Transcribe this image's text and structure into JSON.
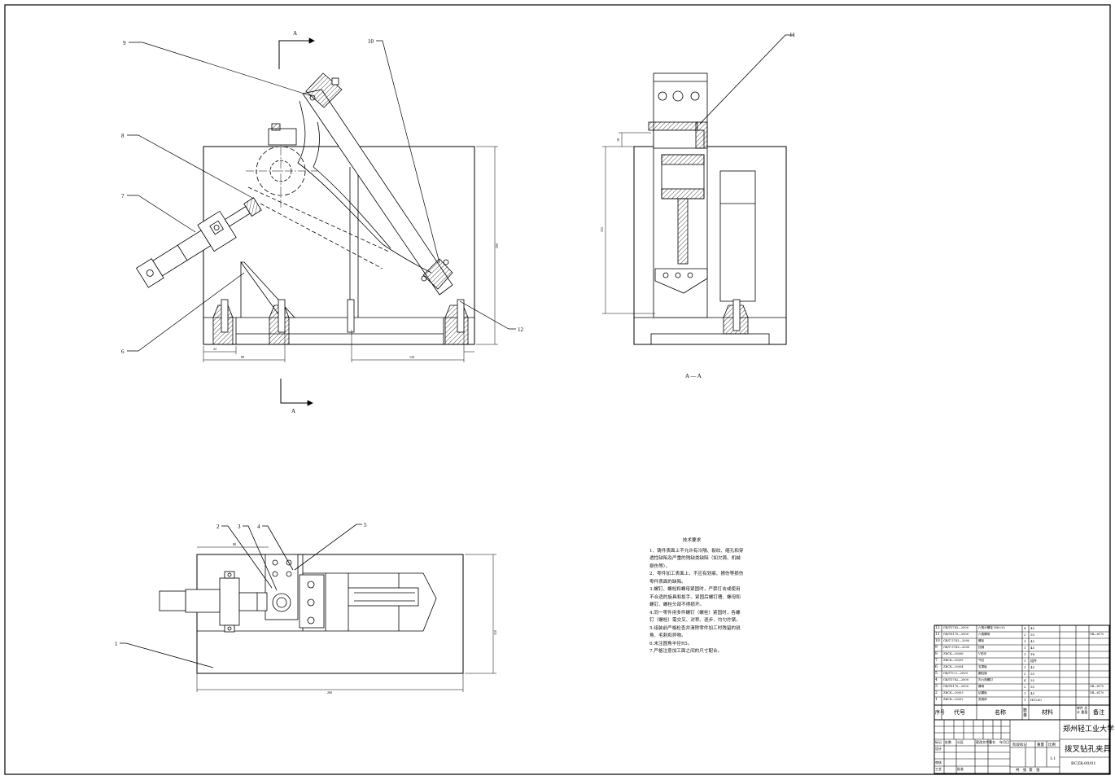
{
  "drawing": {
    "section_marker": "A",
    "section_caption": "A — A",
    "callouts": [
      "1",
      "2",
      "3",
      "4",
      "5",
      "6",
      "7",
      "8",
      "9",
      "10",
      "11",
      "12"
    ],
    "dimensions": {
      "left_offset": "22",
      "left_span": "80",
      "bottom_span": "120",
      "front_height": "200",
      "side_height": "155",
      "side_top": "18",
      "plan_width": "260",
      "plan_height": "110",
      "plan_top": "88"
    }
  },
  "tech_requirements": {
    "title": "技术要求",
    "lines": [
      "1、铸件表面上不允许有冷隔、裂纹、缩孔和穿",
      "透性缺陷及严重的残缺类缺陷（如欠铸、机械",
      "损伤等）。",
      "2、零件加工表面上，不应有划痕、擦伤等损伤",
      "零件表面的缺陷。",
      "3.螺钉、螺栓和螺母紧固时，严禁打击或使用",
      "不合适的旋具和扳手。紧固后螺钉槽、螺母和",
      "螺钉、螺栓头部不得损坏。",
      "4.同一零件用多件螺钉（螺栓）紧固时，各螺",
      "钉（螺栓）需交叉、对称、逐步、均匀拧紧。",
      "5.组装前严格检查并清除零件加工时残留的锐",
      "角、毛刺和异物。",
      "6.未注圆角半径R5。",
      "7.严格注意加工面之间的尺寸配合。"
    ]
  },
  "title_block": {
    "school": "郑州轻工业大学",
    "drawing_name": "拨叉钻孔夹具",
    "drawing_no": "BCZK-00/01",
    "header": {
      "seq": "序号",
      "code": "代号",
      "name": "名称",
      "qty": "数量",
      "material": "材料",
      "weight": "单件 总计 重量",
      "note": "备注"
    },
    "bom_rows": [
      {
        "seq": "12",
        "code": "GB/T5783—2000",
        "name": "六角头螺栓 M8×20",
        "qty": "4",
        "material": "45",
        "note": ""
      },
      {
        "seq": "11",
        "code": "GB/T6170—2000",
        "name": "六角螺母",
        "qty": "2",
        "material": "35",
        "note": "GB—6170"
      },
      {
        "seq": "10",
        "code": "GB/T 5783—2000",
        "name": "螺栓",
        "qty": "1",
        "material": "45",
        "note": ""
      },
      {
        "seq": "9",
        "code": "GB/T 5783—2000",
        "name": "挡销",
        "qty": "1",
        "material": "45",
        "note": ""
      },
      {
        "seq": "8",
        "code": "ZBCK—00/06",
        "name": "V形块",
        "qty": "1",
        "material": "T8",
        "note": ""
      },
      {
        "seq": "7",
        "code": "ZBCK—00/05",
        "name": "气缸",
        "qty": "1",
        "material": "组件",
        "note": ""
      },
      {
        "seq": "6",
        "code": "ZBCK—00/04",
        "name": "支撑板",
        "qty": "1",
        "material": "45",
        "note": ""
      },
      {
        "seq": "5",
        "code": "GB/T70.1—2000",
        "name": "圆柱销",
        "qty": "2",
        "material": "35",
        "note": ""
      },
      {
        "seq": "4",
        "code": "GB/T5782—2000",
        "name": "内六角螺钉",
        "qty": "4",
        "material": "35",
        "note": ""
      },
      {
        "seq": "3",
        "code": "GB/T6170—2000",
        "name": "螺母",
        "qty": "2",
        "material": "35",
        "note": "GB—6170"
      },
      {
        "seq": "2",
        "code": "ZBCK—00/03",
        "name": "钻模板",
        "qty": "1",
        "material": "45",
        "note": "GB—6170"
      },
      {
        "seq": "1",
        "code": "ZBCK—00/02",
        "name": "夹具体",
        "qty": "1",
        "material": "HT200",
        "note": ""
      }
    ],
    "sign_labels": [
      "标记",
      "处数",
      "分区",
      "更改文件号",
      "签名",
      "年月日",
      "设计",
      "审核",
      "工艺",
      "批准"
    ],
    "stage_labels": {
      "stage": "阶段标记",
      "weight": "重量",
      "scale": "比例",
      "scale_value": "1:1"
    },
    "sheet_info": "共   张  第   张"
  }
}
